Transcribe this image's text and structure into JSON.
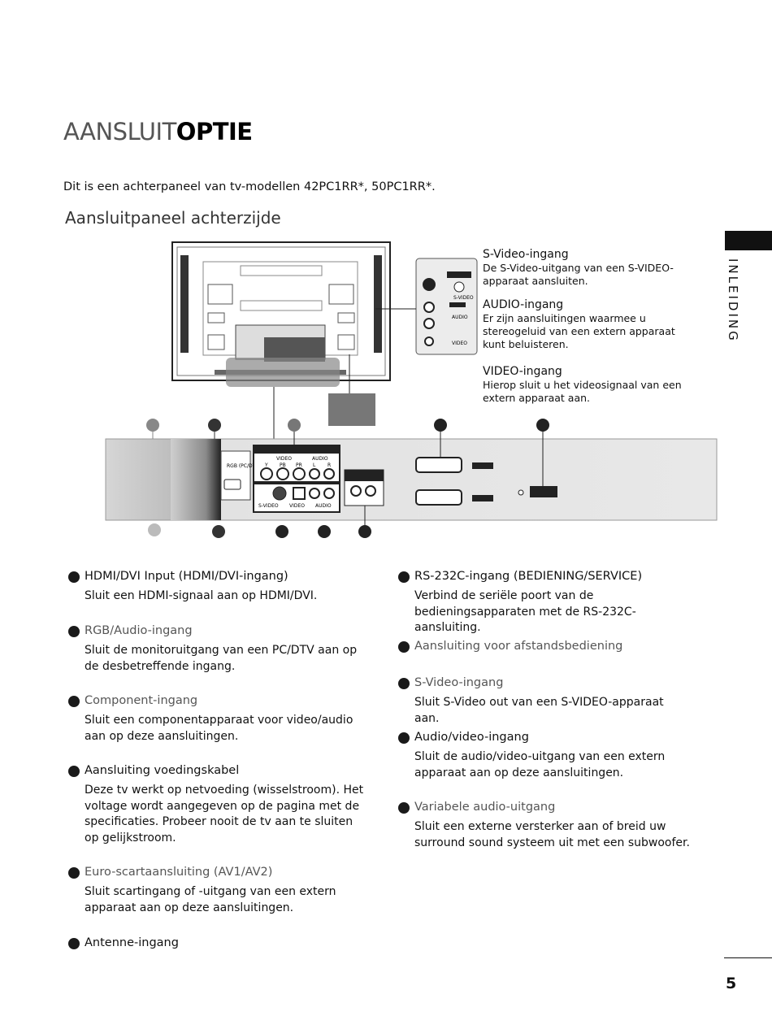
{
  "title": {
    "light": "AANSLUIT",
    "bold": "OPTIE"
  },
  "intro": "Dit is een achterpaneel van tv-modellen 42PC1RR*, 50PC1RR*.",
  "subtitle": "Aansluitpaneel achterzijde",
  "side_label": "INLEIDING",
  "page_number": "5",
  "callouts": [
    {
      "head": "S-Video-ingang",
      "body": "De S-Video-uitgang van een S-VIDEO-apparaat aansluiten."
    },
    {
      "head": "AUDIO-ingang",
      "body": "Er zijn aansluitingen waarmee u stereogeluid van een extern apparaat kunt beluisteren."
    },
    {
      "head": "VIDEO-ingang",
      "body": "Hierop sluit u het videosignaal van een extern apparaat aan."
    }
  ],
  "panel_labels": {
    "video": "VIDEO",
    "audio": "AUDIO",
    "y": "Y",
    "pb": "PB",
    "pr": "PR",
    "l": "L",
    "r": "R",
    "rgb": "RGB (PC/DTV)",
    "svideo": "S-VIDEO",
    "video2": "VIDEO",
    "audio2": "AUDIO",
    "svideo_small": "S-VIDEO",
    "audio_small": "AUDIO",
    "video_small": "VIDEO"
  },
  "left_items": [
    {
      "head": "HDMI/DVI Input (HDMI/DVI-ingang)",
      "body": "Sluit een HDMI-signaal aan op HDMI/DVI.",
      "grey": false
    },
    {
      "head": "RGB/Audio-ingang",
      "body": "Sluit de monitoruitgang van een PC/DTV aan op de desbetreffende ingang.",
      "grey": true
    },
    {
      "head": "Component-ingang",
      "body": "Sluit een componentapparaat voor video/audio aan op deze aansluitingen.",
      "grey": true
    },
    {
      "head": "Aansluiting voedingskabel",
      "body": "Deze tv werkt op netvoeding (wisselstroom). Het voltage wordt aangegeven op de pagina met de specificaties. Probeer nooit de tv aan te sluiten op gelijkstroom.",
      "grey": false
    },
    {
      "head": "Euro-scartaansluiting (AV1/AV2)",
      "body": "Sluit scartingang of -uitgang van een extern apparaat aan op deze aansluitingen.",
      "grey": true
    },
    {
      "head": "Antenne-ingang",
      "body": "",
      "grey": false
    }
  ],
  "right_items": [
    {
      "head": "RS-232C-ingang (BEDIENING/SERVICE)",
      "body": "Verbind de seriële poort van de bedieningsapparaten met de RS-232C-aansluiting.",
      "grey": false
    },
    {
      "head": "Aansluiting voor afstandsbediening",
      "body": "",
      "grey": true
    },
    {
      "head": "S-Video-ingang",
      "body": "Sluit S-Video out van een S-VIDEO-apparaat aan.",
      "grey": true
    },
    {
      "head": "Audio/video-ingang",
      "body": "Sluit de audio/video-uitgang van een extern apparaat aan op deze aansluitingen.",
      "grey": false
    },
    {
      "head": "Variabele audio-uitgang",
      "body": "Sluit een externe versterker aan of breid uw surround sound systeem uit met een subwoofer.",
      "grey": true
    }
  ]
}
